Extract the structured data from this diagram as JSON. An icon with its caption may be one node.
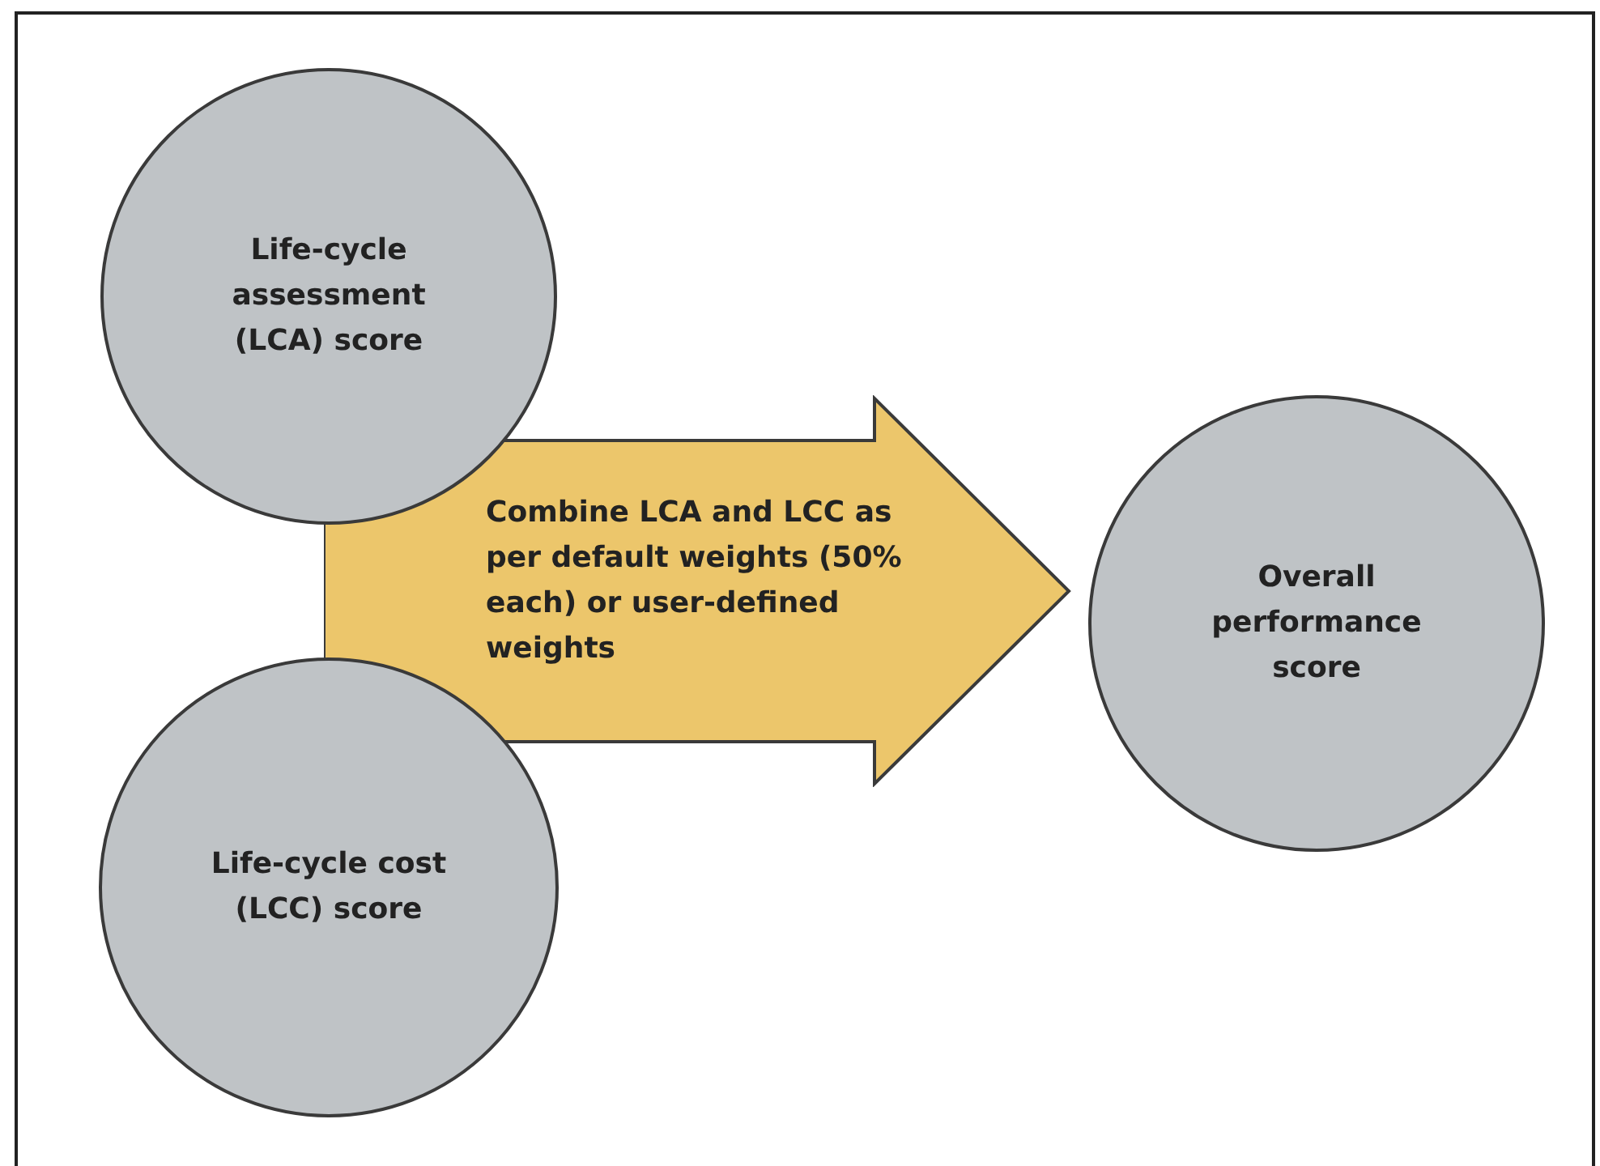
{
  "diagram": {
    "nodes": [
      {
        "text": [
          "Life-cycle assessment (LCA) score"
        ]
      },
      {
        "text": [
          "Combine LCA and LCC as per default weights (50% each) or user-defined weights"
        ]
      },
      {
        "text": [
          "Life-cycle cost (LCC) score"
        ]
      },
      {
        "text": [
          "Overall performance score"
        ]
      }
    ]
  }
}
